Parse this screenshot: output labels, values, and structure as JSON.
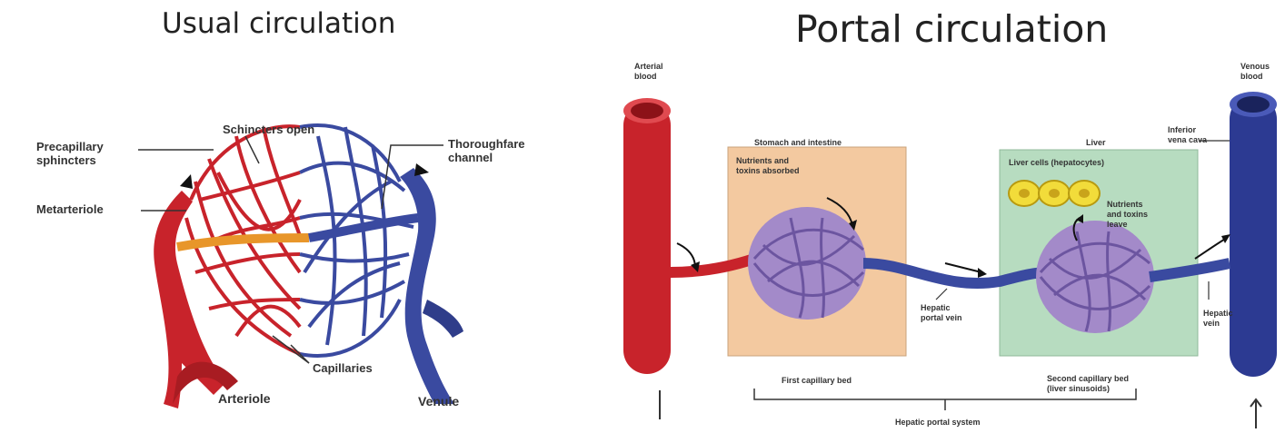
{
  "left": {
    "title": "Usual circulation",
    "labels": {
      "precapillary": [
        "Precapillary",
        "sphincters"
      ],
      "sphincters_open": "Schincters open",
      "thoroughfare": [
        "Thoroughfare",
        "channel"
      ],
      "metarteriole": "Metarteriole",
      "capillaries": "Capillaries",
      "arteriole": "Arteriole",
      "venule": "Venule"
    }
  },
  "right": {
    "title": "Portal circulation",
    "labels": {
      "arterial_blood": [
        "Arterial",
        "blood"
      ],
      "venous_blood": [
        "Venous",
        "blood"
      ],
      "stomach_intestine": "Stomach and intestine",
      "nutrients_absorbed": [
        "Nutrients and",
        "toxins absorbed"
      ],
      "liver": "Liver",
      "liver_cells": "Liver cells (hepatocytes)",
      "nutrients_toxins_leave": [
        "Nutrients",
        "and toxins",
        "leave"
      ],
      "inferior_vena_cava": [
        "Inferior",
        "vena cava"
      ],
      "hepatic_portal_vein": [
        "Hepatic",
        "portal vein"
      ],
      "hepatic_vein": [
        "Hepatic",
        "vein"
      ],
      "first_capillary_bed": "First capillary bed",
      "second_capillary_bed": [
        "Second capillary bed",
        "(liver sinusoids)"
      ],
      "hepatic_portal_system": "Hepatic portal system"
    }
  },
  "colors": {
    "artery": "#c8232b",
    "vein": "#3a4aa0",
    "capillary": "#8b6fb8",
    "stomach_box": "#f3c9a0",
    "liver_box": "#b7dcc0",
    "hepatocyte": "#f2dc3a"
  }
}
